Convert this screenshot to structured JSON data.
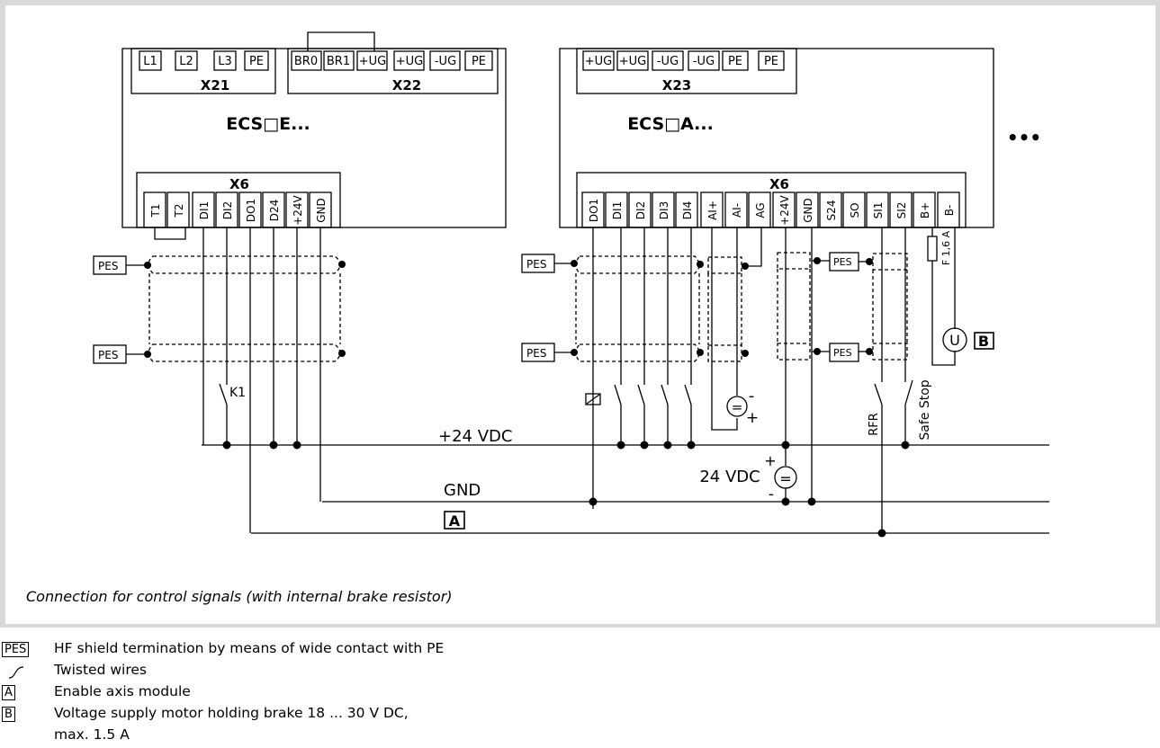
{
  "caption": "Connection for control signals (with internal brake resistor)",
  "module_left": {
    "name": "ECS□E...",
    "x21": {
      "label": "X21",
      "terminals": [
        "L1",
        "L2",
        "L3",
        "PE"
      ]
    },
    "x22": {
      "label": "X22",
      "terminals": [
        "BR0",
        "BR1",
        "+UG",
        "+UG",
        "-UG",
        "PE"
      ]
    },
    "x6": {
      "label": "X6",
      "terminals": [
        "T1",
        "T2",
        "DI1",
        "DI2",
        "DO1",
        "D24",
        "+24V",
        "GND"
      ]
    }
  },
  "module_right": {
    "name": "ECS□A...",
    "x23": {
      "label": "X23",
      "terminals": [
        "+UG",
        "+UG",
        "-UG",
        "-UG",
        "PE",
        "PE"
      ]
    },
    "x6": {
      "label": "X6",
      "terminals": [
        "DO1",
        "DI1",
        "DI2",
        "DI3",
        "DI4",
        "AI+",
        "AI-",
        "AG",
        "+24V",
        "GND",
        "S24",
        "SO",
        "SI1",
        "SI2",
        "B+",
        "B-"
      ]
    }
  },
  "more": "•••",
  "labels": {
    "pes": "PES",
    "k1": "K1",
    "bus_24v": "+24 VDC",
    "bus_gnd": "GND",
    "marker_a": "A",
    "marker_b": "B",
    "supply_24v": "24 VDC",
    "plus": "+",
    "minus": "-",
    "equals": "=",
    "rfr": "RFR",
    "safe_stop": "Safe Stop",
    "fuse": "F 1,6 A",
    "u": "U"
  },
  "legend": [
    {
      "key": "PES",
      "text": "HF shield termination by means of wide contact with PE"
    },
    {
      "key": "",
      "text": "Twisted wires"
    },
    {
      "key": "A",
      "text": "Enable axis module"
    },
    {
      "key": "B",
      "text": "Voltage supply motor holding brake 18 ... 30 V DC,"
    },
    {
      "key": "",
      "text": "max. 1.5 A"
    }
  ]
}
